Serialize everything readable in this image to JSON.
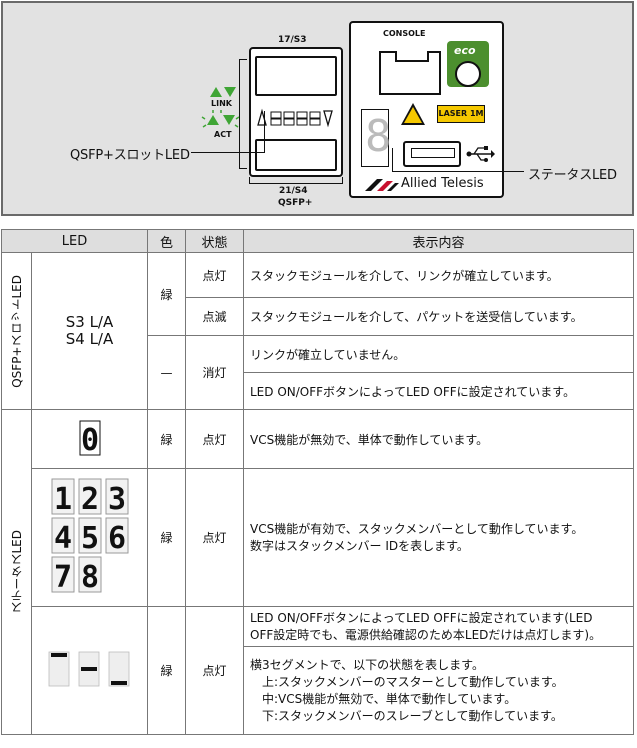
{
  "panel": {
    "qsfp_top": "17/S3",
    "qsfp_bottom_1": "21/S4",
    "qsfp_bottom_2": "QSFP+",
    "link": "LINK",
    "act": "ACT",
    "console": "CONSOLE",
    "eco": "eco",
    "laser": "LASER 1M",
    "brand": "Allied Telesis",
    "callout_qsfp": "QSFP+スロットLED",
    "callout_status": "ステータスLED",
    "seven_seg_digit": "8"
  },
  "table": {
    "headers": [
      "LED",
      "色",
      "状態",
      "表示内容"
    ],
    "group1": {
      "name": "QSFP+スロットLED",
      "led_line1": "S3 L/A",
      "led_line2": "S4 L/A",
      "rows": [
        {
          "color": "緑",
          "state": "点灯",
          "desc": "スタックモジュールを介して、リンクが確立しています。"
        },
        {
          "color": "",
          "state": "点滅",
          "desc": "スタックモジュールを介して、パケットを送受信しています。"
        },
        {
          "color": "—",
          "state": "消灯",
          "desc": "リンクが確立していません。"
        },
        {
          "color": "",
          "state": "",
          "desc": "LED ON/OFFボタンによってLED OFFに設定されています。"
        }
      ]
    },
    "group2": {
      "name": "ステータスLED",
      "rows": [
        {
          "digits": [
            "0"
          ],
          "color": "緑",
          "state": "点灯",
          "desc": "VCS機能が無効で、単体で動作しています。"
        },
        {
          "digits": [
            "1",
            "2",
            "3",
            "4",
            "5",
            "6",
            "7",
            "8"
          ],
          "color": "緑",
          "state": "点灯",
          "desc1": "VCS機能が有効で、スタックメンバーとして動作しています。",
          "desc2": "数字はスタックメンバー IDを表します。"
        },
        {
          "color": "緑",
          "state": "点灯",
          "desc_a1": "LED ON/OFFボタンによってLED OFFに設定されています(LED",
          "desc_a2": "OFF設定時でも、電源供給確認のため本LEDだけは点灯します)。",
          "desc_b0": "横3セグメントで、以下の状態を表します。",
          "desc_b1": "上:スタックメンバーのマスターとして動作しています。",
          "desc_b2": "中:VCS機能が無効で、単体で動作しています。",
          "desc_b3": "下:スタックメンバーのスレーブとして動作しています。"
        }
      ]
    }
  },
  "colors": {
    "eco_green": "#4c8f2e",
    "laser_yellow": "#f5c800",
    "led_green": "#3fa535",
    "header_bg": "#dedede"
  }
}
